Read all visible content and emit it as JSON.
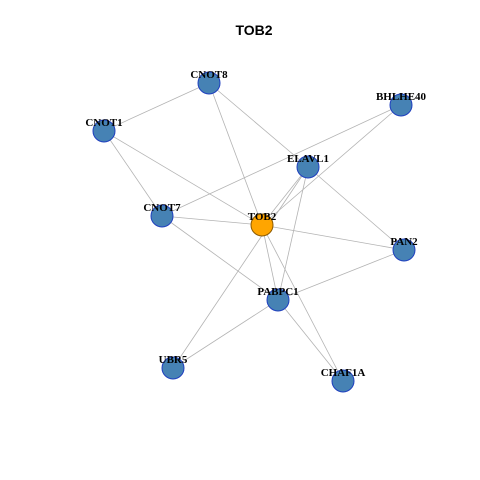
{
  "title": "TOB2",
  "colors": {
    "edge": "#b3b3b3",
    "node_fill": "#4682b4",
    "node_stroke": "#1f3fbf",
    "center_fill": "#ffa500",
    "center_stroke": "#8c5a00"
  },
  "nodes": [
    {
      "id": "TOB2",
      "label": "TOB2",
      "center": true
    },
    {
      "id": "CNOT8",
      "label": "CNOT8"
    },
    {
      "id": "BHLHE40",
      "label": "BHLHE40"
    },
    {
      "id": "CNOT1",
      "label": "CNOT1"
    },
    {
      "id": "ELAVL1",
      "label": "ELAVL1"
    },
    {
      "id": "CNOT7",
      "label": "CNOT7"
    },
    {
      "id": "PAN2",
      "label": "PAN2"
    },
    {
      "id": "PABPC1",
      "label": "PABPC1"
    },
    {
      "id": "UBR5",
      "label": "UBR5"
    },
    {
      "id": "CHAF1A",
      "label": "CHAF1A"
    }
  ],
  "edges": [
    [
      "CNOT8",
      "CNOT1"
    ],
    [
      "CNOT8",
      "ELAVL1"
    ],
    [
      "CNOT8",
      "TOB2"
    ],
    [
      "CNOT1",
      "CNOT7"
    ],
    [
      "CNOT1",
      "TOB2"
    ],
    [
      "BHLHE40",
      "TOB2"
    ],
    [
      "BHLHE40",
      "CNOT7"
    ],
    [
      "ELAVL1",
      "TOB2"
    ],
    [
      "ELAVL1",
      "PAN2"
    ],
    [
      "ELAVL1",
      "PABPC1"
    ],
    [
      "ELAVL1",
      "UBR5"
    ],
    [
      "CNOT7",
      "TOB2"
    ],
    [
      "CNOT7",
      "PABPC1"
    ],
    [
      "TOB2",
      "PAN2"
    ],
    [
      "TOB2",
      "PABPC1"
    ],
    [
      "TOB2",
      "CHAF1A"
    ],
    [
      "PAN2",
      "PABPC1"
    ],
    [
      "PABPC1",
      "UBR5"
    ],
    [
      "PABPC1",
      "CHAF1A"
    ]
  ]
}
